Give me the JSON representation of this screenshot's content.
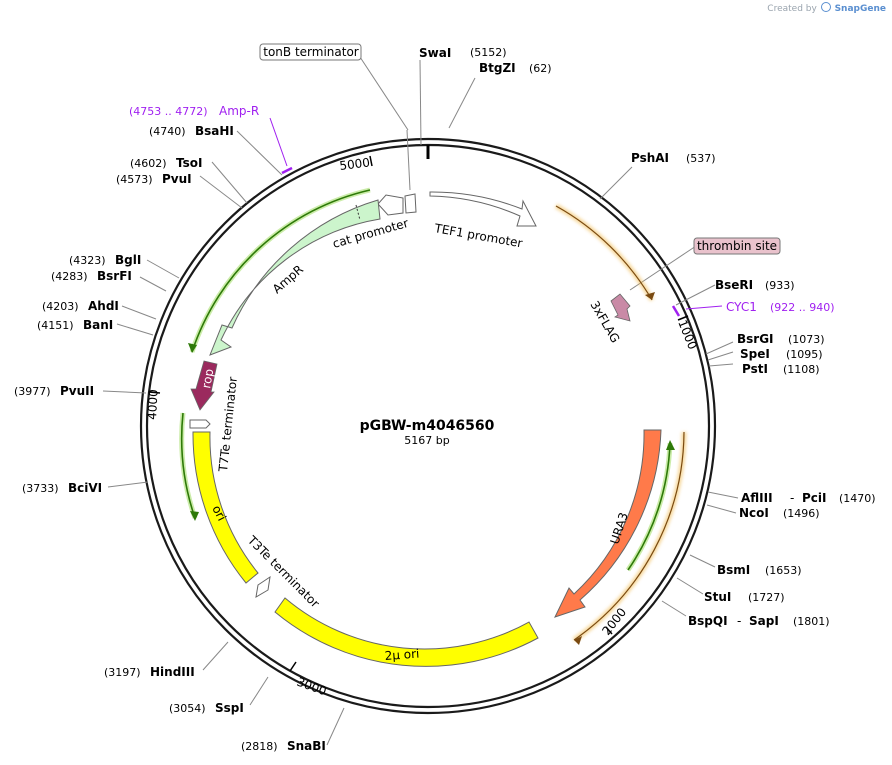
{
  "credit": {
    "prefix": "Created by",
    "brand": "SnapGene"
  },
  "plasmid": {
    "name": "pGBW-m4046560",
    "size": "5167 bp"
  },
  "ticks": [
    "1000",
    "2000",
    "3000",
    "4000",
    "5000"
  ],
  "enzymes": [
    {
      "name": "SwaI",
      "pos": "(5152)"
    },
    {
      "name": "BtgZI",
      "pos": "(62)"
    },
    {
      "name": "PshAI",
      "pos": "(537)"
    },
    {
      "name": "BseRI",
      "pos": "(933)"
    },
    {
      "name": "BsrGI",
      "pos": "(1073)"
    },
    {
      "name": "SpeI",
      "pos": "(1095)"
    },
    {
      "name": "PstI",
      "pos": "(1108)"
    },
    {
      "name": "AflIII",
      "name2": "PciI",
      "pos": "(1470)"
    },
    {
      "name": "NcoI",
      "pos": "(1496)"
    },
    {
      "name": "BsmI",
      "pos": "(1653)"
    },
    {
      "name": "StuI",
      "pos": "(1727)"
    },
    {
      "name": "BspQI",
      "name2": "SapI",
      "pos": "(1801)"
    },
    {
      "name": "SnaBI",
      "pos": "(2818)"
    },
    {
      "name": "SspI",
      "pos": "(3054)"
    },
    {
      "name": "HindIII",
      "pos": "(3197)"
    },
    {
      "name": "BciVI",
      "pos": "(3733)"
    },
    {
      "name": "PvuII",
      "pos": "(3977)"
    },
    {
      "name": "BanI",
      "pos": "(4151)"
    },
    {
      "name": "AhdI",
      "pos": "(4203)"
    },
    {
      "name": "BsrFI",
      "pos": "(4283)"
    },
    {
      "name": "BglI",
      "pos": "(4323)"
    },
    {
      "name": "PvuI",
      "pos": "(4573)"
    },
    {
      "name": "TsoI",
      "pos": "(4602)"
    },
    {
      "name": "BsaHI",
      "pos": "(4740)"
    }
  ],
  "features": {
    "tonB": "tonB terminator",
    "tef1": "TEF1 promoter",
    "thrombin": "thrombin site",
    "flag": "3xFLAG",
    "cyc1": "CYC1",
    "cyc1_range": "(922 .. 940)",
    "ura3": "URA3",
    "two_micron": "2μ ori",
    "t3te": "T3Te terminator",
    "ori": "ori",
    "t7te": "T7Te terminator",
    "rop": "rop",
    "ampr": "AmpR",
    "cat": "cat promoter",
    "ampr_primer": "Amp-R",
    "ampr_primer_range": "(4753 .. 4772)"
  },
  "colors": {
    "backbone": "#1a1a1a",
    "ampr": "#ccf5cc",
    "two_micron": "#ffff00",
    "ura3": "#ff7a4a",
    "rop": "#9b2a5e",
    "flag": "#c98aa6",
    "thrombin": "#e9c2cc",
    "primer": "#a020f0",
    "orf_orange": "#e8a030",
    "orf_green": "#3a8a10"
  }
}
